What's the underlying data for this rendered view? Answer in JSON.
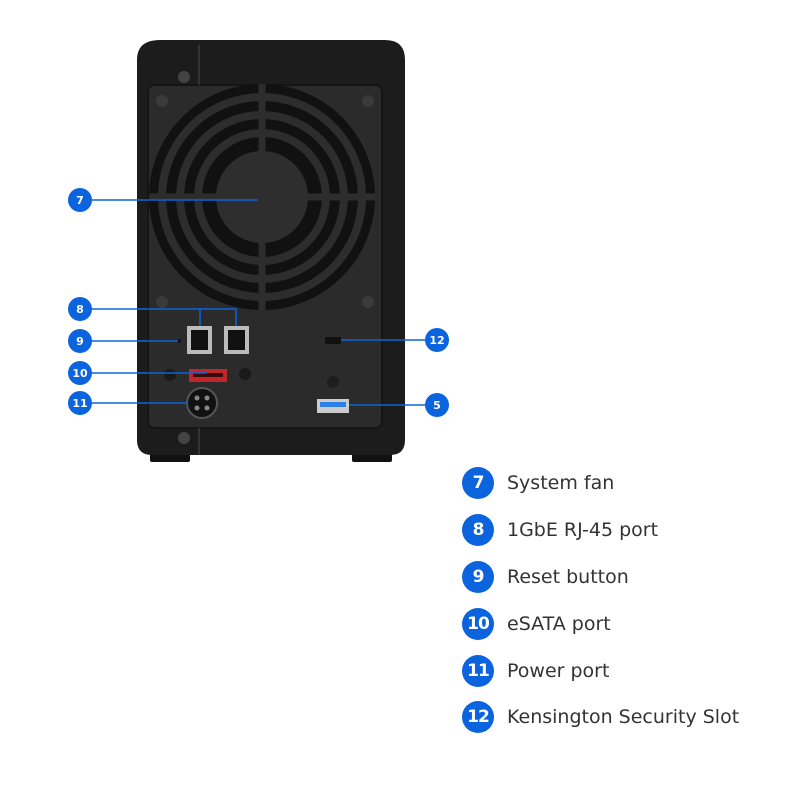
{
  "accent_color": "#0b63dd",
  "callouts": [
    "7",
    "8",
    "9",
    "10",
    "11",
    "12",
    "5"
  ],
  "legend": [
    {
      "number": "7",
      "label": "System fan"
    },
    {
      "number": "8",
      "label": "1GbE RJ-45 port"
    },
    {
      "number": "9",
      "label": "Reset button"
    },
    {
      "number": "10",
      "label": "eSATA port"
    },
    {
      "number": "11",
      "label": "Power port"
    },
    {
      "number": "12",
      "label": "Kensington Security Slot"
    }
  ]
}
